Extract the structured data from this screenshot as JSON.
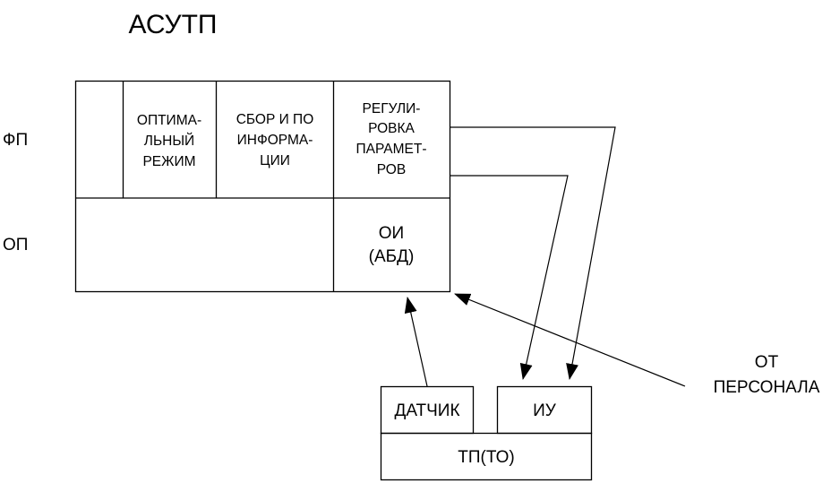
{
  "title": "АСУТП",
  "row_labels": {
    "fp": "ФП",
    "op": "ОП"
  },
  "top_cells": {
    "optimal_mode": [
      "ОПТИМА-",
      "ЛЬНЫЙ",
      "РЕЖИМ"
    ],
    "info_collection": [
      "СБОР И ПО",
      "ИНФОРМА-",
      "ЦИИ"
    ],
    "parameter_regulation": [
      "РЕГУЛИ-",
      "РОВКА",
      "ПАРАМЕТ-",
      "РОВ"
    ]
  },
  "bottom_cells": {
    "oi": [
      "ОИ",
      "(АБД)"
    ]
  },
  "process_blocks": {
    "sensor": "ДАТЧИК",
    "actuator": "ИУ",
    "process": "ТП(ТО)"
  },
  "personnel": [
    "ОТ",
    "ПЕРСОНАЛА"
  ]
}
